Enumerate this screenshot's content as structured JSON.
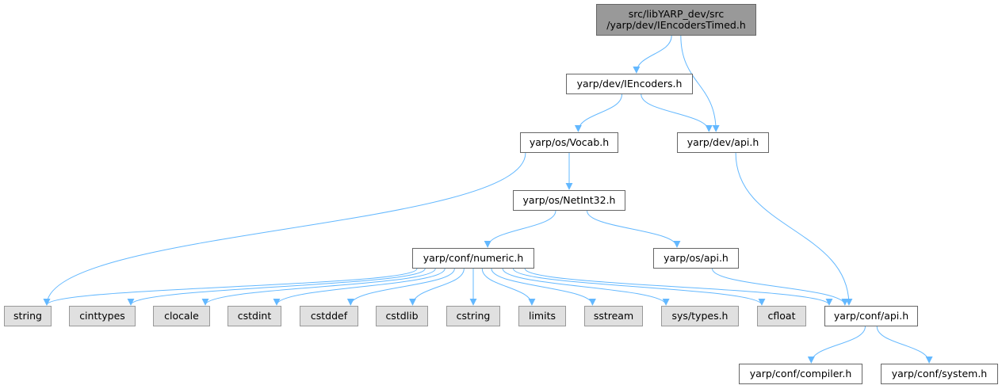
{
  "colors": {
    "edge": "#63b8ff",
    "node_border": "#666666",
    "external_fill": "#e0e0e0",
    "root_fill": "#999999"
  },
  "nodes": {
    "root": "src/libYARP_dev/src\n/yarp/dev/IEncodersTimed.h",
    "iencoders": "yarp/dev/IEncoders.h",
    "vocab": "yarp/os/Vocab.h",
    "devapi": "yarp/dev/api.h",
    "netint32": "yarp/os/NetInt32.h",
    "numeric": "yarp/conf/numeric.h",
    "osapi": "yarp/os/api.h",
    "string": "string",
    "cinttypes": "cinttypes",
    "clocale": "clocale",
    "cstdint": "cstdint",
    "cstddef": "cstddef",
    "cstdlib": "cstdlib",
    "cstring": "cstring",
    "limits": "limits",
    "sstream": "sstream",
    "systypes": "sys/types.h",
    "cfloat": "cfloat",
    "confapi": "yarp/conf/api.h",
    "compiler": "yarp/conf/compiler.h",
    "system": "yarp/conf/system.h"
  },
  "edges": [
    [
      "root",
      "iencoders"
    ],
    [
      "root",
      "devapi"
    ],
    [
      "iencoders",
      "vocab"
    ],
    [
      "iencoders",
      "devapi"
    ],
    [
      "vocab",
      "string"
    ],
    [
      "vocab",
      "netint32"
    ],
    [
      "devapi",
      "confapi"
    ],
    [
      "netint32",
      "numeric"
    ],
    [
      "netint32",
      "osapi"
    ],
    [
      "numeric",
      "string"
    ],
    [
      "numeric",
      "cinttypes"
    ],
    [
      "numeric",
      "clocale"
    ],
    [
      "numeric",
      "cstdint"
    ],
    [
      "numeric",
      "cstddef"
    ],
    [
      "numeric",
      "cstdlib"
    ],
    [
      "numeric",
      "cstring"
    ],
    [
      "numeric",
      "limits"
    ],
    [
      "numeric",
      "sstream"
    ],
    [
      "numeric",
      "systypes"
    ],
    [
      "numeric",
      "cfloat"
    ],
    [
      "numeric",
      "confapi"
    ],
    [
      "osapi",
      "confapi"
    ],
    [
      "confapi",
      "compiler"
    ],
    [
      "confapi",
      "system"
    ]
  ]
}
